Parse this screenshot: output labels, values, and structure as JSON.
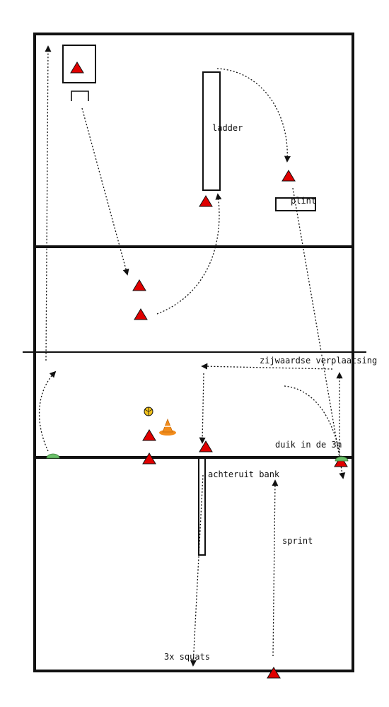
{
  "labels": {
    "ladder": "ladder",
    "plint": "plint",
    "zijwaardse": "zijwaardse verplaatsing",
    "duik": "duik in de 3m",
    "achteruit": "achteruit bank",
    "sprint": "sprint",
    "squats": "3x squats"
  },
  "colors": {
    "court_line": "#111111",
    "cone": "#e00000",
    "orange_cone": "#f28c1c",
    "marker_disc": "#6abf69",
    "ball": "#f2c21b"
  },
  "icons": {
    "cone": "red-triangle-cone-icon",
    "orange_cone": "orange-cone-icon",
    "ball": "volleyball-icon",
    "disc": "marker-disc-icon"
  }
}
